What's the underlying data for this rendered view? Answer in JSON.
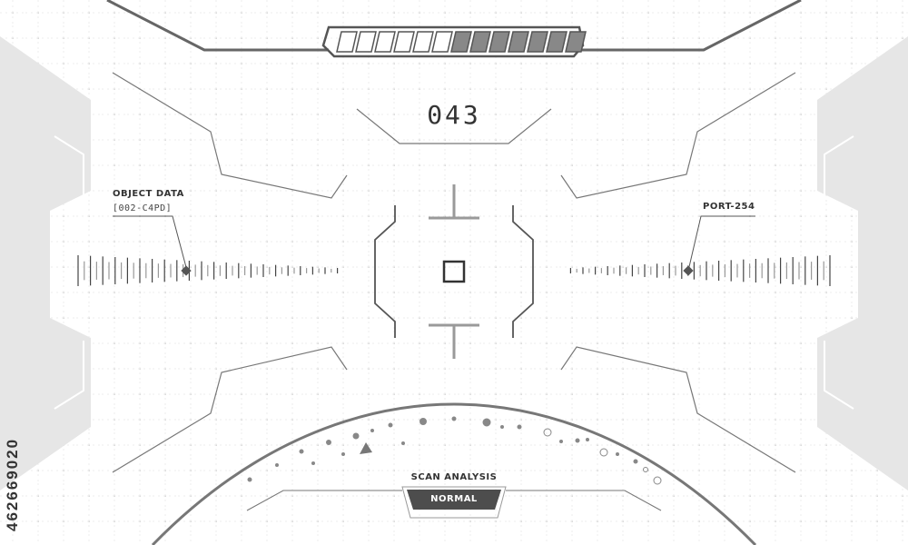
{
  "hud": {
    "counter": "043",
    "object_data": {
      "title": "OBJECT DATA",
      "code": "[002-C4PD]"
    },
    "port": {
      "label": "PORT-254"
    },
    "scan": {
      "title": "SCAN ANALYSIS",
      "status": "NORMAL"
    },
    "segment_bar": {
      "total_segments": 13,
      "filled_segments": 6
    },
    "stock_id": "462669020"
  },
  "colors": {
    "primary": "#555555",
    "line": "#888888",
    "panel": "#e6e6e6",
    "grid": "#c8c8c8",
    "badge": "#4d4d4d"
  }
}
